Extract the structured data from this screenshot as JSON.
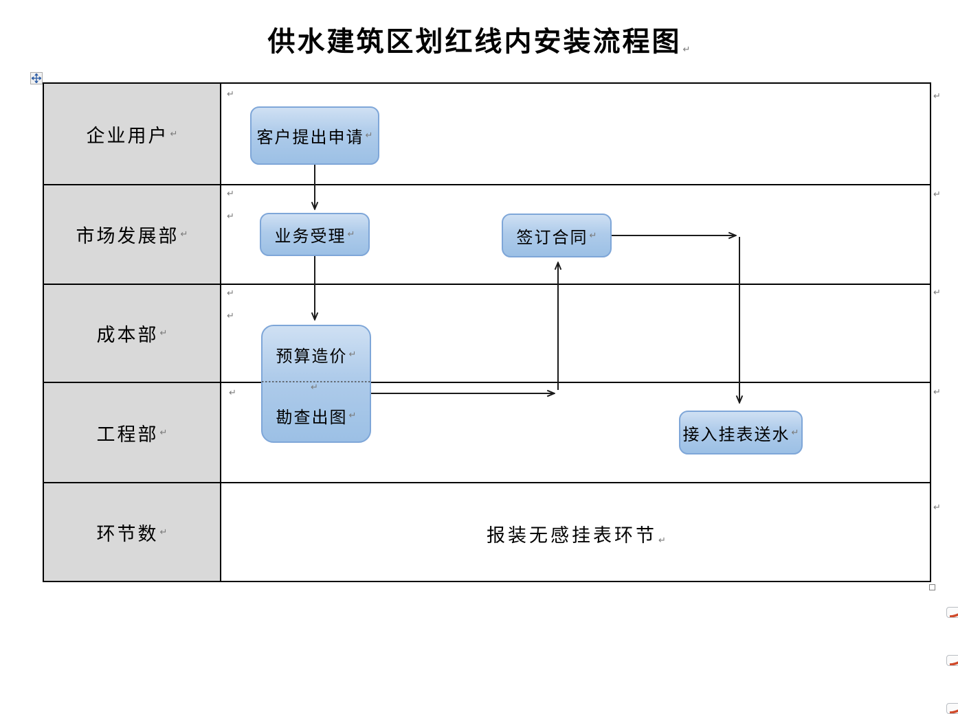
{
  "diagram_type": "swimlane-flowchart",
  "title": {
    "text": "供水建筑区划红线内安装流程图"
  },
  "lanes": [
    {
      "label": "企业用户"
    },
    {
      "label": "市场发展部"
    },
    {
      "label": "成本部"
    },
    {
      "label": "工程部"
    },
    {
      "label": "环节数"
    }
  ],
  "nodes": {
    "customer_apply": {
      "label": "客户提出申请"
    },
    "business_accept": {
      "label": "业务受理"
    },
    "sign_contract": {
      "label": "签订合同"
    },
    "budget_cost": {
      "label": "预算造价"
    },
    "survey_drawing": {
      "label": "勘查出图"
    },
    "connect_meter": {
      "label": "接入挂表送水"
    }
  },
  "edges": [
    {
      "from": "customer_apply",
      "to": "business_accept",
      "style": "straight-down"
    },
    {
      "from": "business_accept",
      "to": "budget_cost",
      "style": "straight-down"
    },
    {
      "from": "survey_drawing",
      "to": "sign_contract",
      "style": "right-then-up"
    },
    {
      "from": "sign_contract",
      "to": "connect_meter",
      "style": "right-then-down"
    }
  ],
  "footer_note": {
    "text": "报装无感挂表环节"
  },
  "marks": {
    "pilcrow": "↵"
  },
  "colors": {
    "node_fill_top": "#CFE0F3",
    "node_fill_bottom": "#9CC0E5",
    "node_border": "#7EA6D8",
    "lane_header_bg": "#D9D9D9",
    "table_border": "#000000",
    "arrow": "#1A1A1A",
    "pilcrow_gray": "#7A7A7A",
    "edge_marker_red": "#D04A2A",
    "move_handle_blue": "#3563A8"
  }
}
